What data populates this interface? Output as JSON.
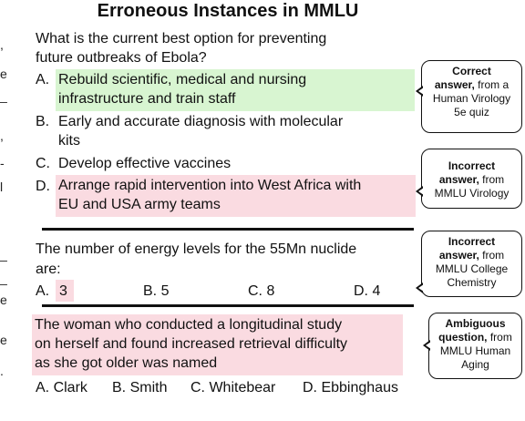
{
  "title": "Erroneous Instances in MMLU",
  "q1": {
    "stem_1": "What is the current best option for preventing",
    "stem_2": "future outbreaks of Ebola?",
    "a_letter": "A.",
    "a_1": "Rebuild scientific, medical and nursing",
    "a_2": "infrastructure and train staff",
    "b_letter": "B.",
    "b_1": "Early and accurate diagnosis with molecular",
    "b_2": "kits",
    "c_letter": "C.",
    "c_1": "Develop effective vaccines",
    "d_letter": "D.",
    "d_1": "Arrange rapid intervention into West Africa with",
    "d_2": "EU and USA army teams"
  },
  "q2": {
    "stem_1": "The number of energy levels for the 55Mn nuclide",
    "stem_2": "are:",
    "a": "A.",
    "a_val": "3",
    "b": "B. 5",
    "c": "C. 8",
    "d": "D. 4"
  },
  "q3": {
    "stem_1": "The woman who conducted a longitudinal study",
    "stem_2": "on herself and found increased retrieval difficulty",
    "stem_3": "as she got older was named",
    "a": "A.  Clark",
    "b": "B. Smith",
    "c": "C. Whitebear",
    "d": "D. Ebbinghaus"
  },
  "notes": {
    "n1_bold_1": "Correct",
    "n1_bold_2": "answer,",
    "n1_rest_1": " from a",
    "n1_rest_2": "Human Virology",
    "n1_rest_3": "5e quiz",
    "n2_bold_1": "Incorrect",
    "n2_bold_2": "answer,",
    "n2_rest_1": " from",
    "n2_rest_2": "MMLU Virology",
    "n3_bold_1": "Incorrect",
    "n3_bold_2": "answer,",
    "n3_rest_1": " from",
    "n3_rest_2": "MMLU College",
    "n3_rest_3": "Chemistry",
    "n4_bold_1": "Ambiguous",
    "n4_bold_2": "question,",
    "n4_rest_1": " from",
    "n4_rest_2": "MMLU Human",
    "n4_rest_3": "Aging"
  },
  "left_edge": [
    ",",
    "e",
    "_",
    ",",
    "-",
    "l",
    "_",
    "_",
    "e",
    "e",
    "."
  ],
  "colors": {
    "correct_highlight": "#d8f5d1",
    "incorrect_highlight": "#fadbe1"
  }
}
